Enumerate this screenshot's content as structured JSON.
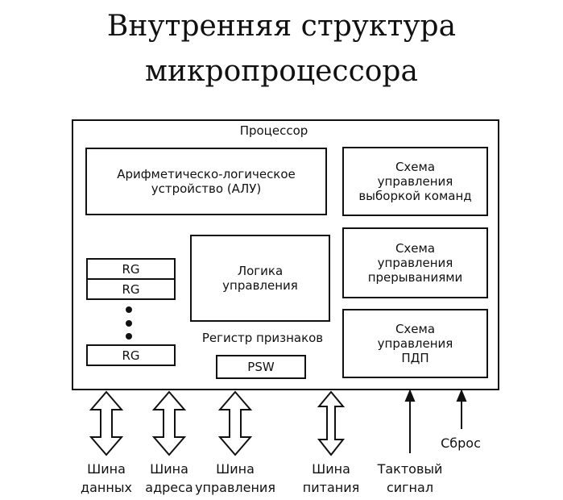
{
  "title": {
    "line1": "Внутренняя структура",
    "line2": "микропроцессора"
  },
  "processor": {
    "label": "Процессор",
    "alu": "Арифметическо-логическое\nустройство (АЛУ)",
    "fetch_control": "Схема\nуправления\nвыборкой команд",
    "interrupt_control": "Схема\nуправления\nпрерываниями",
    "dma_control": "Схема\nуправления\nПДП",
    "control_logic": "Логика\nуправления",
    "flags_register_label": "Регистр признаков",
    "psw": "PSW",
    "registers": [
      "RG",
      "RG",
      "RG"
    ]
  },
  "signals": {
    "data_bus": "Шина\nданных",
    "address_bus": "Шина\nадреса",
    "control_bus": "Шина\nуправления",
    "power_bus": "Шина\nпитания",
    "clock": "Тактовый\nсигнал",
    "reset": "Сброс"
  }
}
